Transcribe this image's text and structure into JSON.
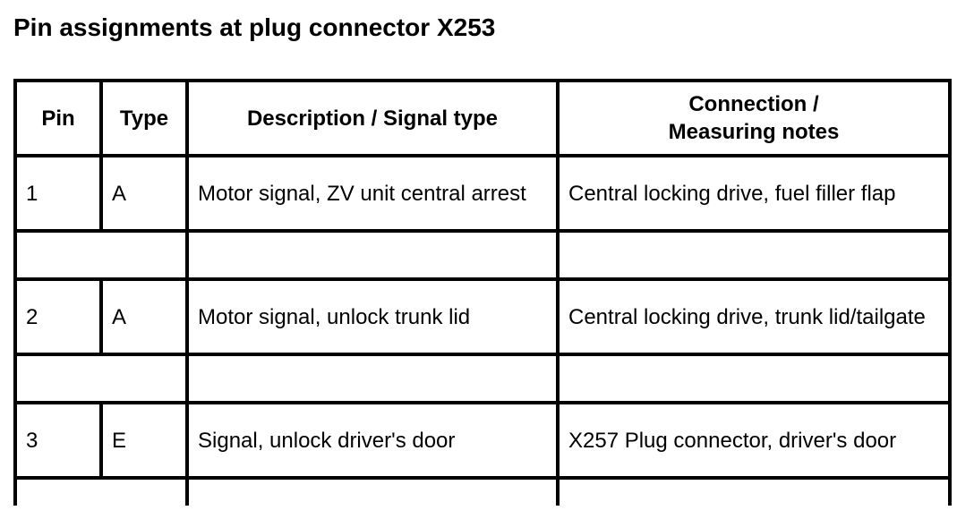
{
  "title": "Pin assignments at plug connector X253",
  "table": {
    "headers": {
      "pin": "Pin",
      "type": "Type",
      "description": "Description / Signal type",
      "connection_line1": "Connection /",
      "connection_line2": "Measuring notes"
    },
    "rows": [
      {
        "pin": "1",
        "type": "A",
        "description": "Motor signal, ZV unit central arrest",
        "connection": "Central locking drive, fuel filler flap"
      },
      {
        "pin": "2",
        "type": "A",
        "description": "Motor signal, unlock trunk lid",
        "connection": "Central locking drive, trunk lid/tailgate"
      },
      {
        "pin": "3",
        "type": "E",
        "description": "Signal, unlock driver's door",
        "connection": "X257 Plug connector, driver's door"
      }
    ]
  }
}
